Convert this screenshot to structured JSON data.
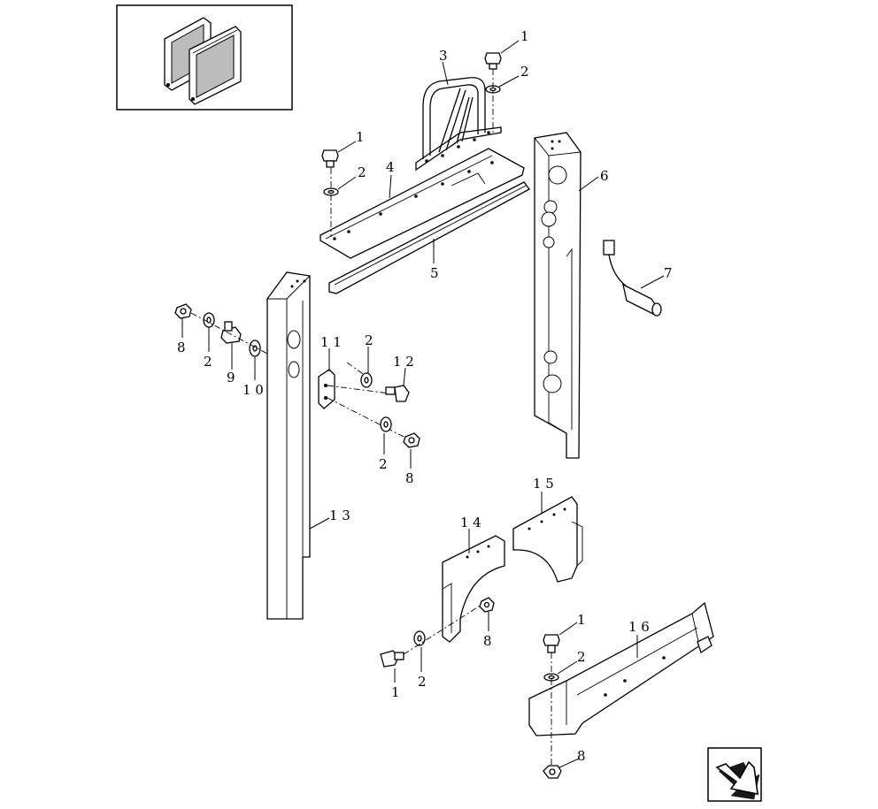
{
  "diagram": {
    "labels": {
      "l1a": "1",
      "l2a": "2",
      "l3": "3",
      "l1b": "1",
      "l2b": "2",
      "l4": "4",
      "l5": "5",
      "l6": "6",
      "l7": "7",
      "l8a": "8",
      "l2c": "2",
      "l9": "9",
      "l10": "1 0",
      "l11": "1 1",
      "l2d": "2",
      "l12": "1 2",
      "l2e": "2",
      "l8b": "8",
      "l13": "1 3",
      "l14": "1 4",
      "l15": "1 5",
      "l8c": "8",
      "l1c": "1",
      "l2f": "2",
      "l1d": "1",
      "l2g": "2",
      "l16": "1 6",
      "l8d": "8"
    }
  }
}
